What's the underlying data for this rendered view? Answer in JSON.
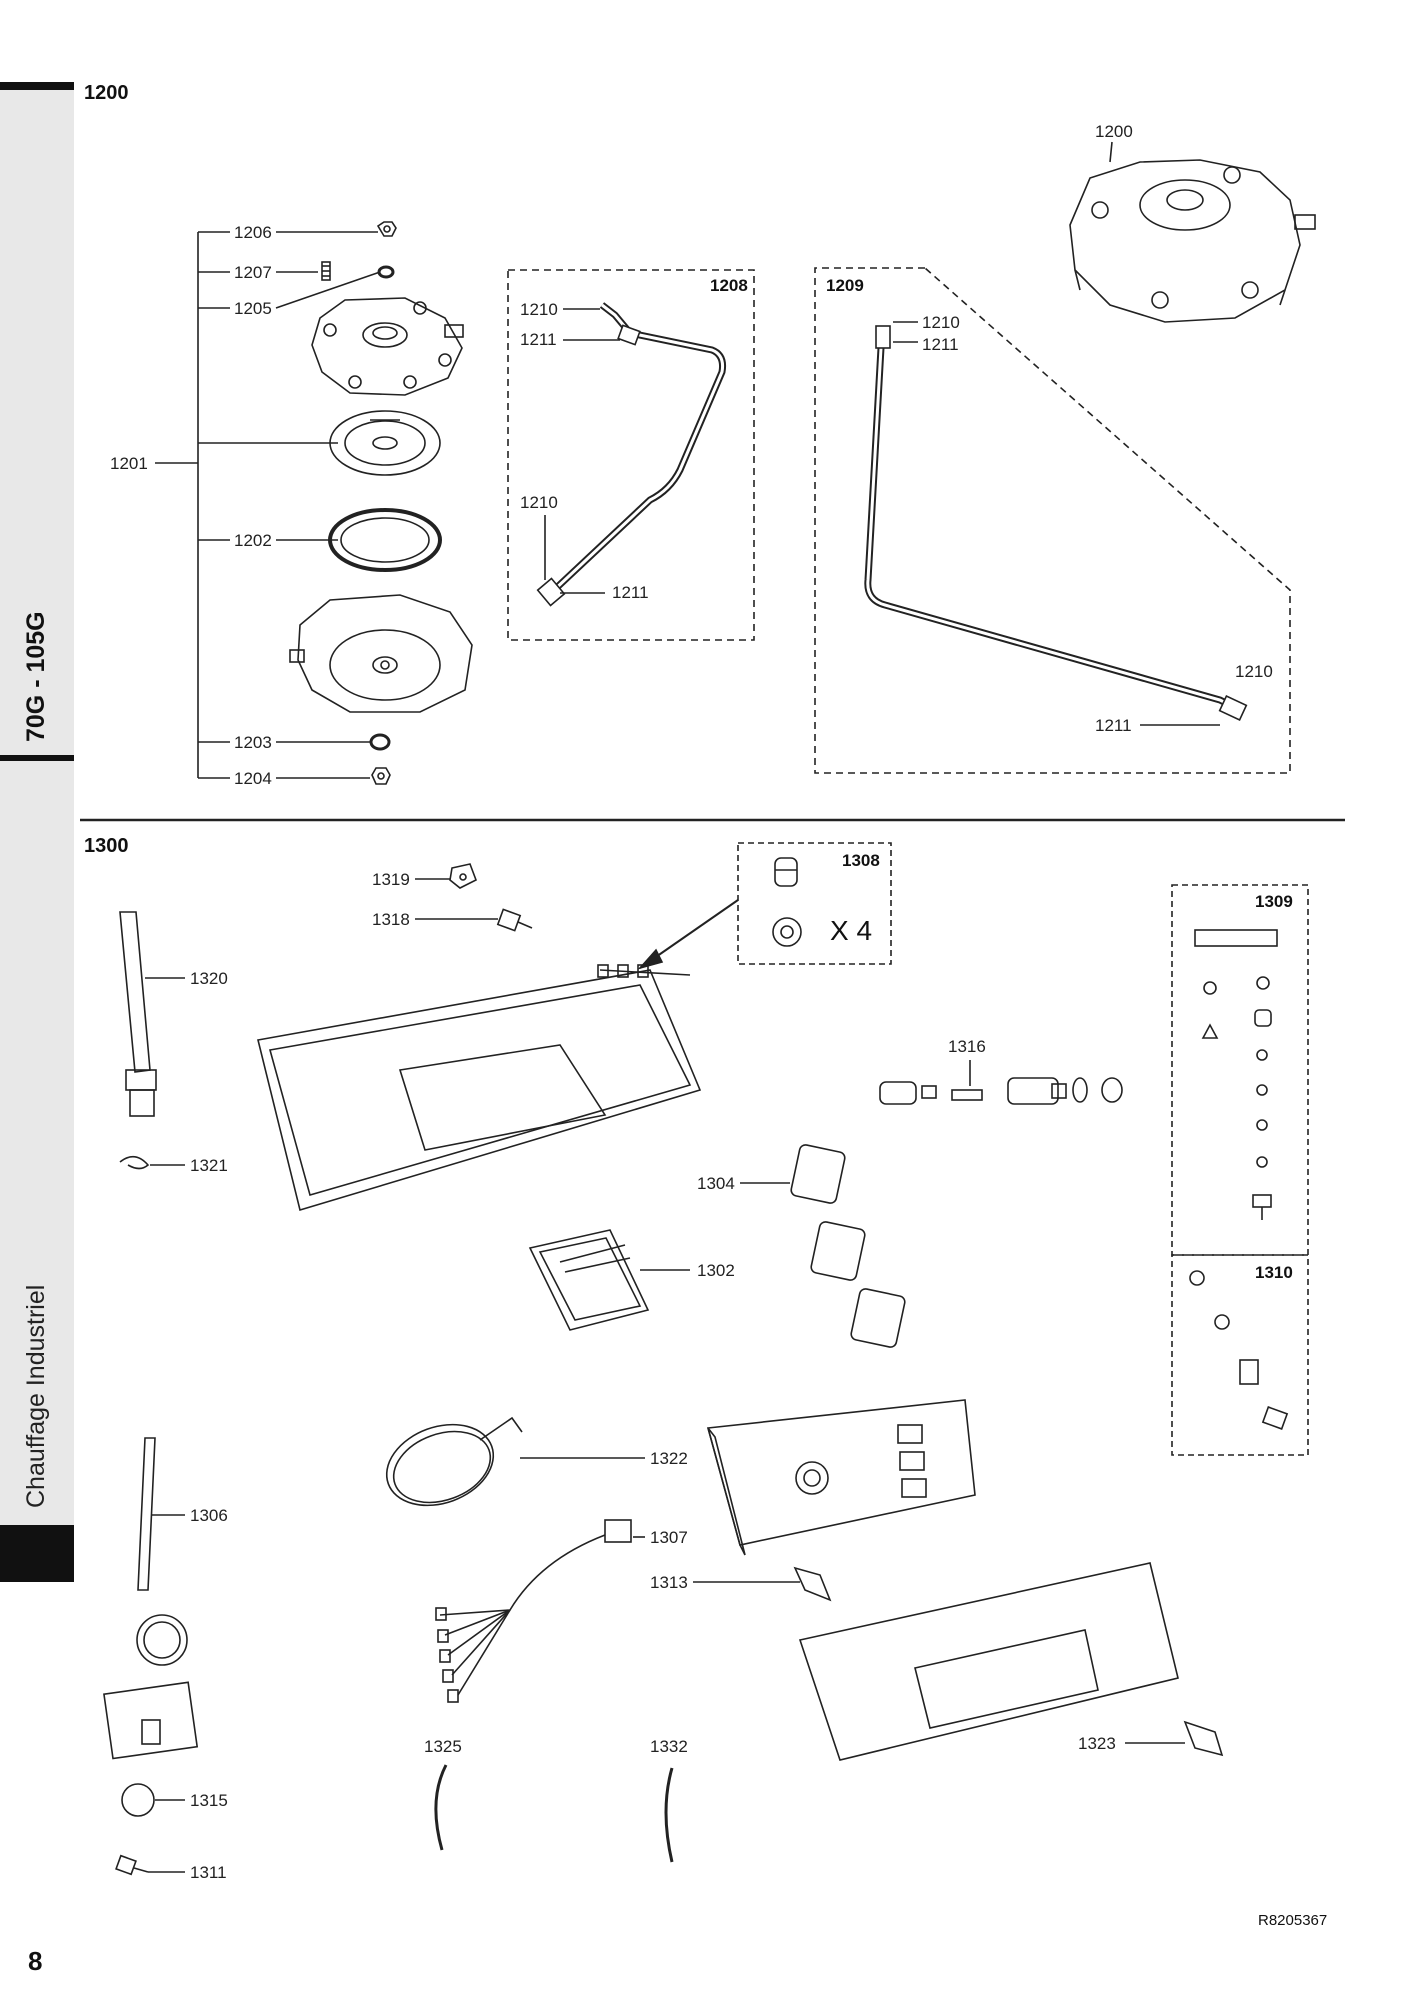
{
  "sidebar": {
    "model": "70G - 105G",
    "category": "Chauffage Industriel"
  },
  "sections": {
    "top": "1200",
    "bottom": "1300"
  },
  "boxes": {
    "b1208": "1208",
    "b1209": "1209",
    "b1308": "1308",
    "b1309": "1309",
    "b1310": "1310",
    "x4": "X 4"
  },
  "labels": {
    "l1200": "1200",
    "l1206": "1206",
    "l1207": "1207",
    "l1205": "1205",
    "l1201": "1201",
    "l1202": "1202",
    "l1203": "1203",
    "l1204": "1204",
    "l1210a": "1210",
    "l1211a": "1211",
    "l1210b": "1210",
    "l1211b": "1211",
    "l1210c": "1210",
    "l1211c": "1211",
    "l1210d": "1210",
    "l1211d": "1211",
    "l1319": "1319",
    "l1318": "1318",
    "l1320": "1320",
    "l1321": "1321",
    "l1316": "1316",
    "l1304": "1304",
    "l1302": "1302",
    "l1322": "1322",
    "l1306": "1306",
    "l1307": "1307",
    "l1313": "1313",
    "l1325": "1325",
    "l1332": "1332",
    "l1323": "1323",
    "l1315": "1315",
    "l1311": "1311"
  },
  "footer": {
    "page": "8",
    "reference": "R8205367"
  }
}
